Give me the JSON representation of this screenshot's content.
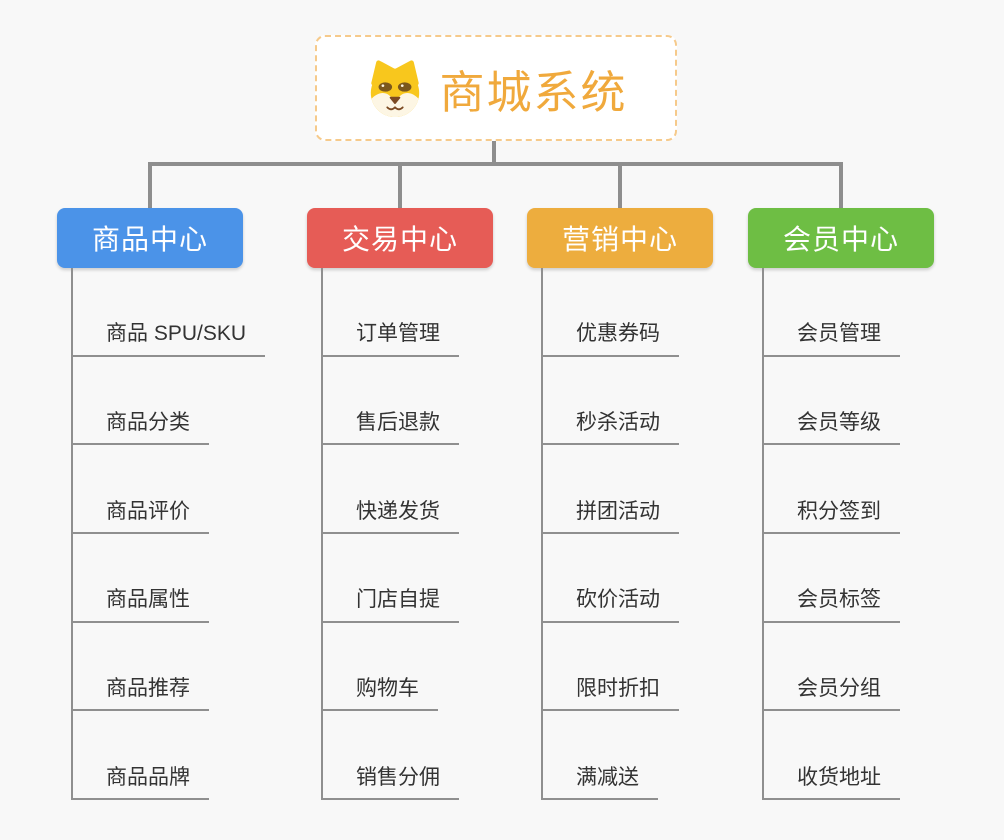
{
  "root": {
    "title": "商城系统",
    "icon": "dog-face-icon"
  },
  "branches": [
    {
      "label": "商品中心",
      "color": "#4b93e8",
      "items": [
        "商品 SPU/SKU",
        "商品分类",
        "商品评价",
        "商品属性",
        "商品推荐",
        "商品品牌"
      ]
    },
    {
      "label": "交易中心",
      "color": "#e65c56",
      "items": [
        "订单管理",
        "售后退款",
        "快递发货",
        "门店自提",
        "购物车",
        "销售分佣"
      ]
    },
    {
      "label": "营销中心",
      "color": "#edad3e",
      "items": [
        "优惠券码",
        "秒杀活动",
        "拼团活动",
        "砍价活动",
        "限时折扣",
        "满减送"
      ]
    },
    {
      "label": "会员中心",
      "color": "#6ebe44",
      "items": [
        "会员管理",
        "会员等级",
        "积分签到",
        "会员标签",
        "会员分组",
        "收货地址"
      ]
    }
  ],
  "colors": {
    "background": "#f8f8f8",
    "root_accent": "#f0a93c",
    "root_border": "#f6ca8b",
    "connector": "#8e8e8e",
    "item_text": "#333333",
    "dog_yellow": "#f8c71d",
    "dog_cream": "#fdf6e4",
    "dog_brown": "#7b581c"
  }
}
